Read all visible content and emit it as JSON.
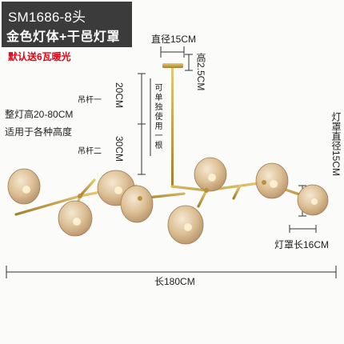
{
  "header": {
    "model": "SM1686-8头",
    "product": "金色灯体+干邑灯罩"
  },
  "note": "默认送6瓦暖光",
  "dimensions": {
    "top_diameter": "直径15CM",
    "top_height": "高2.5CM",
    "rod_one_label": "吊杆一",
    "rod_one_length": "20CM",
    "rod_two_label": "吊杆二",
    "rod_two_length": "30CM",
    "total_height": "整灯高20-80CM",
    "suitable": "适用于各种高度",
    "single_rod": "可单独使用一根",
    "shade_diameter": "灯罩直径15CM",
    "shade_length": "灯罩长16CM",
    "total_length": "长180CM"
  },
  "colors": {
    "badge_bg": "#3b3b3b",
    "note_red": "#e60012",
    "metal_gold": "#c9a24a",
    "glass_amber": "#d8b98a"
  }
}
